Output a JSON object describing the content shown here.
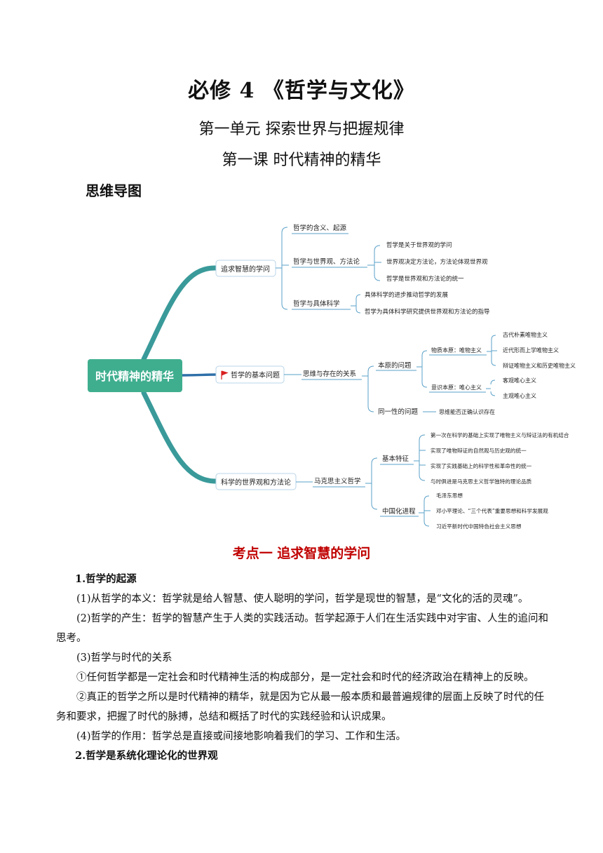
{
  "doc": {
    "title": "必修 4 《哲学与文化》",
    "unit": "第一单元  探索世界与把握规律",
    "lesson": "第一课  时代精神的精华",
    "mindmap_label": "思维导图"
  },
  "mindmap": {
    "root": "时代精神的精华",
    "colors": {
      "root_bg": "#3fae8f",
      "branch": "#3a9a9a",
      "line": "#5aa0c8",
      "node_border": "#b8d4e8",
      "flag": "#d92020"
    },
    "branch1": {
      "label": "追求智慧的学问",
      "n1": "哲学的含义、起源",
      "n2": "哲学与世界观、方法论",
      "n2_items": [
        "哲学是关于世界观的学问",
        "世界观决定方法论，方法论体现世界观",
        "哲学是世界观和方法论的统一"
      ],
      "n3": "哲学与具体科学",
      "n3_items": [
        "具体科学的进步推动哲学的发展",
        "哲学为具体科学研究提供世界观和方法论的指导"
      ]
    },
    "branch2": {
      "label": "哲学的基本问题",
      "n1": "思维与存在的关系",
      "origin": "本原的问题",
      "materialism": "物质本原：唯物主义",
      "materialism_items": [
        "古代朴素唯物主义",
        "近代形而上学唯物主义",
        "辩证唯物主义和历史唯物主义"
      ],
      "idealism": "意识本原：唯心主义",
      "idealism_items": [
        "客观唯心主义",
        "主观唯心主义"
      ],
      "identity": "同一性的问题",
      "identity_item": "思维能否正确认识存在"
    },
    "branch3": {
      "label": "科学的世界观和方法论",
      "n1": "马克思主义哲学",
      "features": "基本特征",
      "features_items": [
        "第一次在科学的基础上实现了唯物主义与辩证法的有机结合",
        "实现了唯物辩证的自然观与历史观的统一",
        "实现了实践基础上的科学性和革命性的统一",
        "与时俱进是马克思主义哲学独特的理论品质"
      ],
      "sinicization": "中国化进程",
      "sinicization_items": [
        "毛泽东思想",
        "邓小平理论、“三个代表”重要思想和科学发展观",
        "习近平新时代中国特色社会主义思想"
      ]
    }
  },
  "section": {
    "kaodian": "考点一  追求智慧的学问",
    "h1": "1.哲学的起源",
    "p1": "(1)从哲学的本义：哲学就是给人智慧、使人聪明的学问，哲学是现世的智慧，是“文化的活的灵魂”。",
    "p2": "(2)哲学的产生：哲学的智慧产生于人类的实践活动。哲学起源于人们在生活实践中对宇宙、人生的追问和思考。",
    "p3": "(3)哲学与时代的关系",
    "p4": "①任何哲学都是一定社会和时代精神生活的构成部分，是一定社会和时代的经济政治在精神上的反映。",
    "p5": "②真正的哲学之所以是时代精神的精华，就是因为它从最一般本质和最普遍规律的层面上反映了时代的任务和要求，把握了时代的脉搏，总结和概括了时代的实践经验和认识成果。",
    "p6": "(4)哲学的作用：哲学总是直接或间接地影响着我们的学习、工作和生活。",
    "h2": "2.哲学是系统化理论化的世界观"
  }
}
